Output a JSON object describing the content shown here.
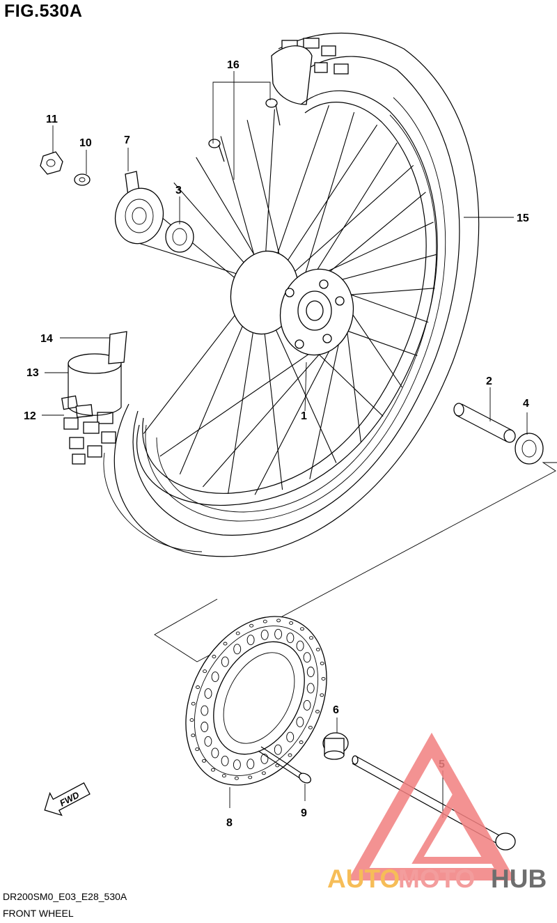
{
  "figure": {
    "title": "FIG.530A",
    "code": "DR200SM0_E03_E28_530A",
    "name": "FRONT WHEEL"
  },
  "callouts": [
    "1",
    "2",
    "3",
    "4",
    "5",
    "6",
    "7",
    "8",
    "9",
    "10",
    "11",
    "12",
    "13",
    "14",
    "15",
    "16"
  ],
  "fwd_label": "FWD",
  "watermark": {
    "part1": "AUTO",
    "part2": "MOTO",
    "part3": "HUB",
    "colors": {
      "auto": "#f5b23c",
      "moto": "#f28d8d",
      "hub": "#555555",
      "triangle": "#f28080"
    }
  }
}
